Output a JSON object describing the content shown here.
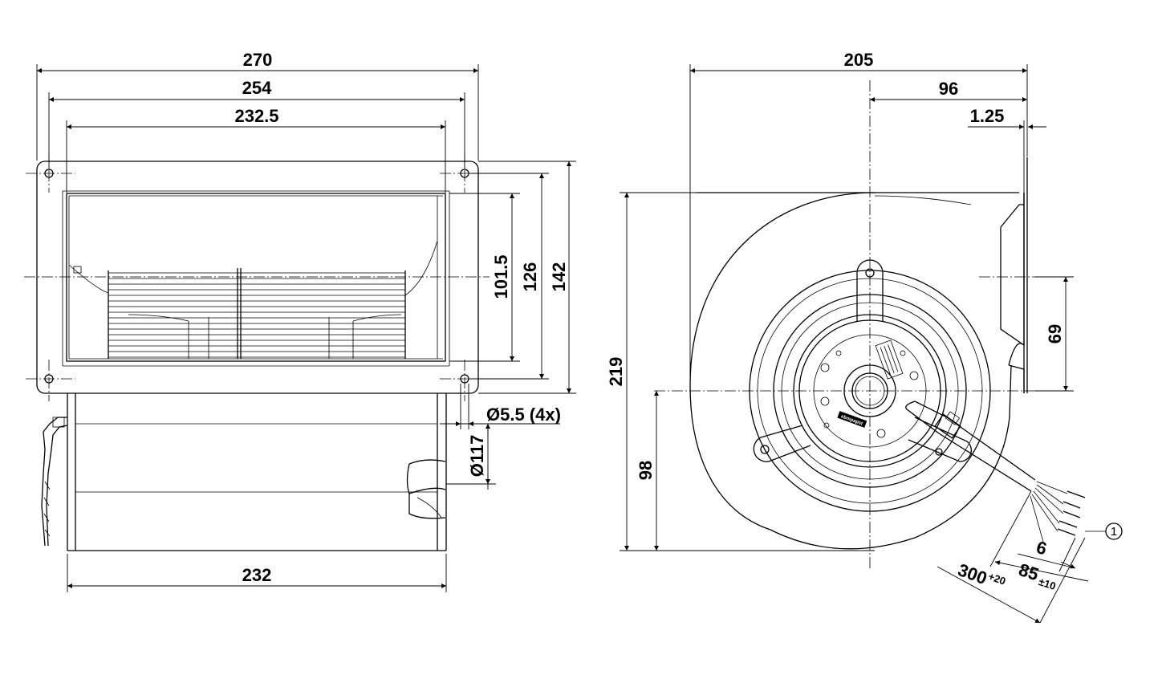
{
  "front_view": {
    "dim_overall_width": "270",
    "dim_hole_spacing": "254",
    "dim_opening_width": "232.5",
    "dim_opening_height": "101.5",
    "dim_hole_vertical": "126",
    "dim_overall_height": "142",
    "dim_hole_diameter": "Ø5.5 (4x)",
    "dim_inlet_diameter": "Ø117",
    "dim_housing_width": "232"
  },
  "side_view": {
    "dim_depth": "205",
    "dim_axis_to_flange": "96",
    "dim_flange_thickness": "1.25",
    "dim_height": "219",
    "dim_axis_height": "98",
    "dim_outlet_offset": "69",
    "dim_strip_length": "6",
    "dim_lead_length": "85",
    "dim_lead_tolerance": "±10",
    "dim_cable_length": "300",
    "dim_cable_tolerance": "+20",
    "callout_number": "1",
    "label_brand": "ebmpapst"
  }
}
